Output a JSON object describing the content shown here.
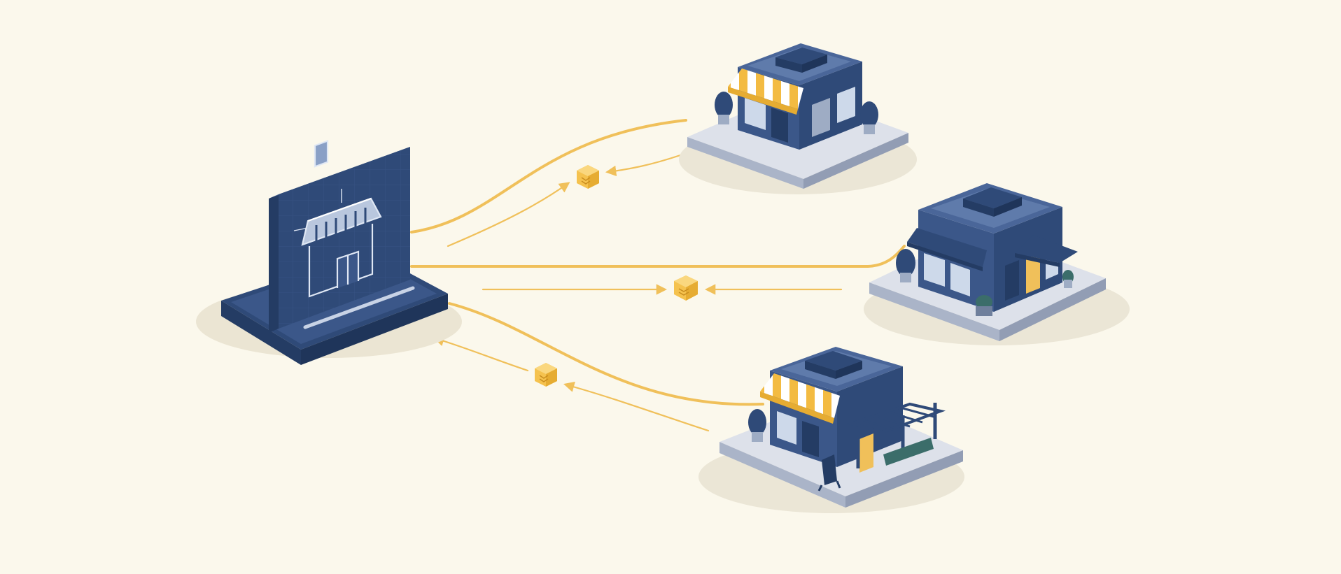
{
  "colors": {
    "background": "#fbf8ec",
    "navy": "#2f4a78",
    "navy_dark": "#243c64",
    "navy_light": "#5f7bab",
    "navy_side": "#3b5789",
    "slate": "#9eacc4",
    "window": "#cdd9ea",
    "plaza": "#dde1ea",
    "plaza_edge": "#aab4c8",
    "connector": "#f0c05a",
    "package": "#f5c24e",
    "awning_stripe": "#f3bb42",
    "shadow": "#e8e3d3"
  },
  "diagram": {
    "hub": {
      "icon": "storefront-blueprint-icon"
    },
    "stores": [
      {
        "id": "store-top",
        "icon": "shop-building-icon",
        "awning": "striped-yellow"
      },
      {
        "id": "store-middle",
        "icon": "shop-building-icon",
        "awning": "navy"
      },
      {
        "id": "store-bottom",
        "icon": "shop-building-icon",
        "awning": "striped-yellow"
      }
    ],
    "packages": [
      {
        "id": "package-top",
        "icon": "package-cube-icon"
      },
      {
        "id": "package-middle",
        "icon": "package-cube-icon"
      },
      {
        "id": "package-bottom",
        "icon": "package-cube-icon"
      }
    ]
  }
}
